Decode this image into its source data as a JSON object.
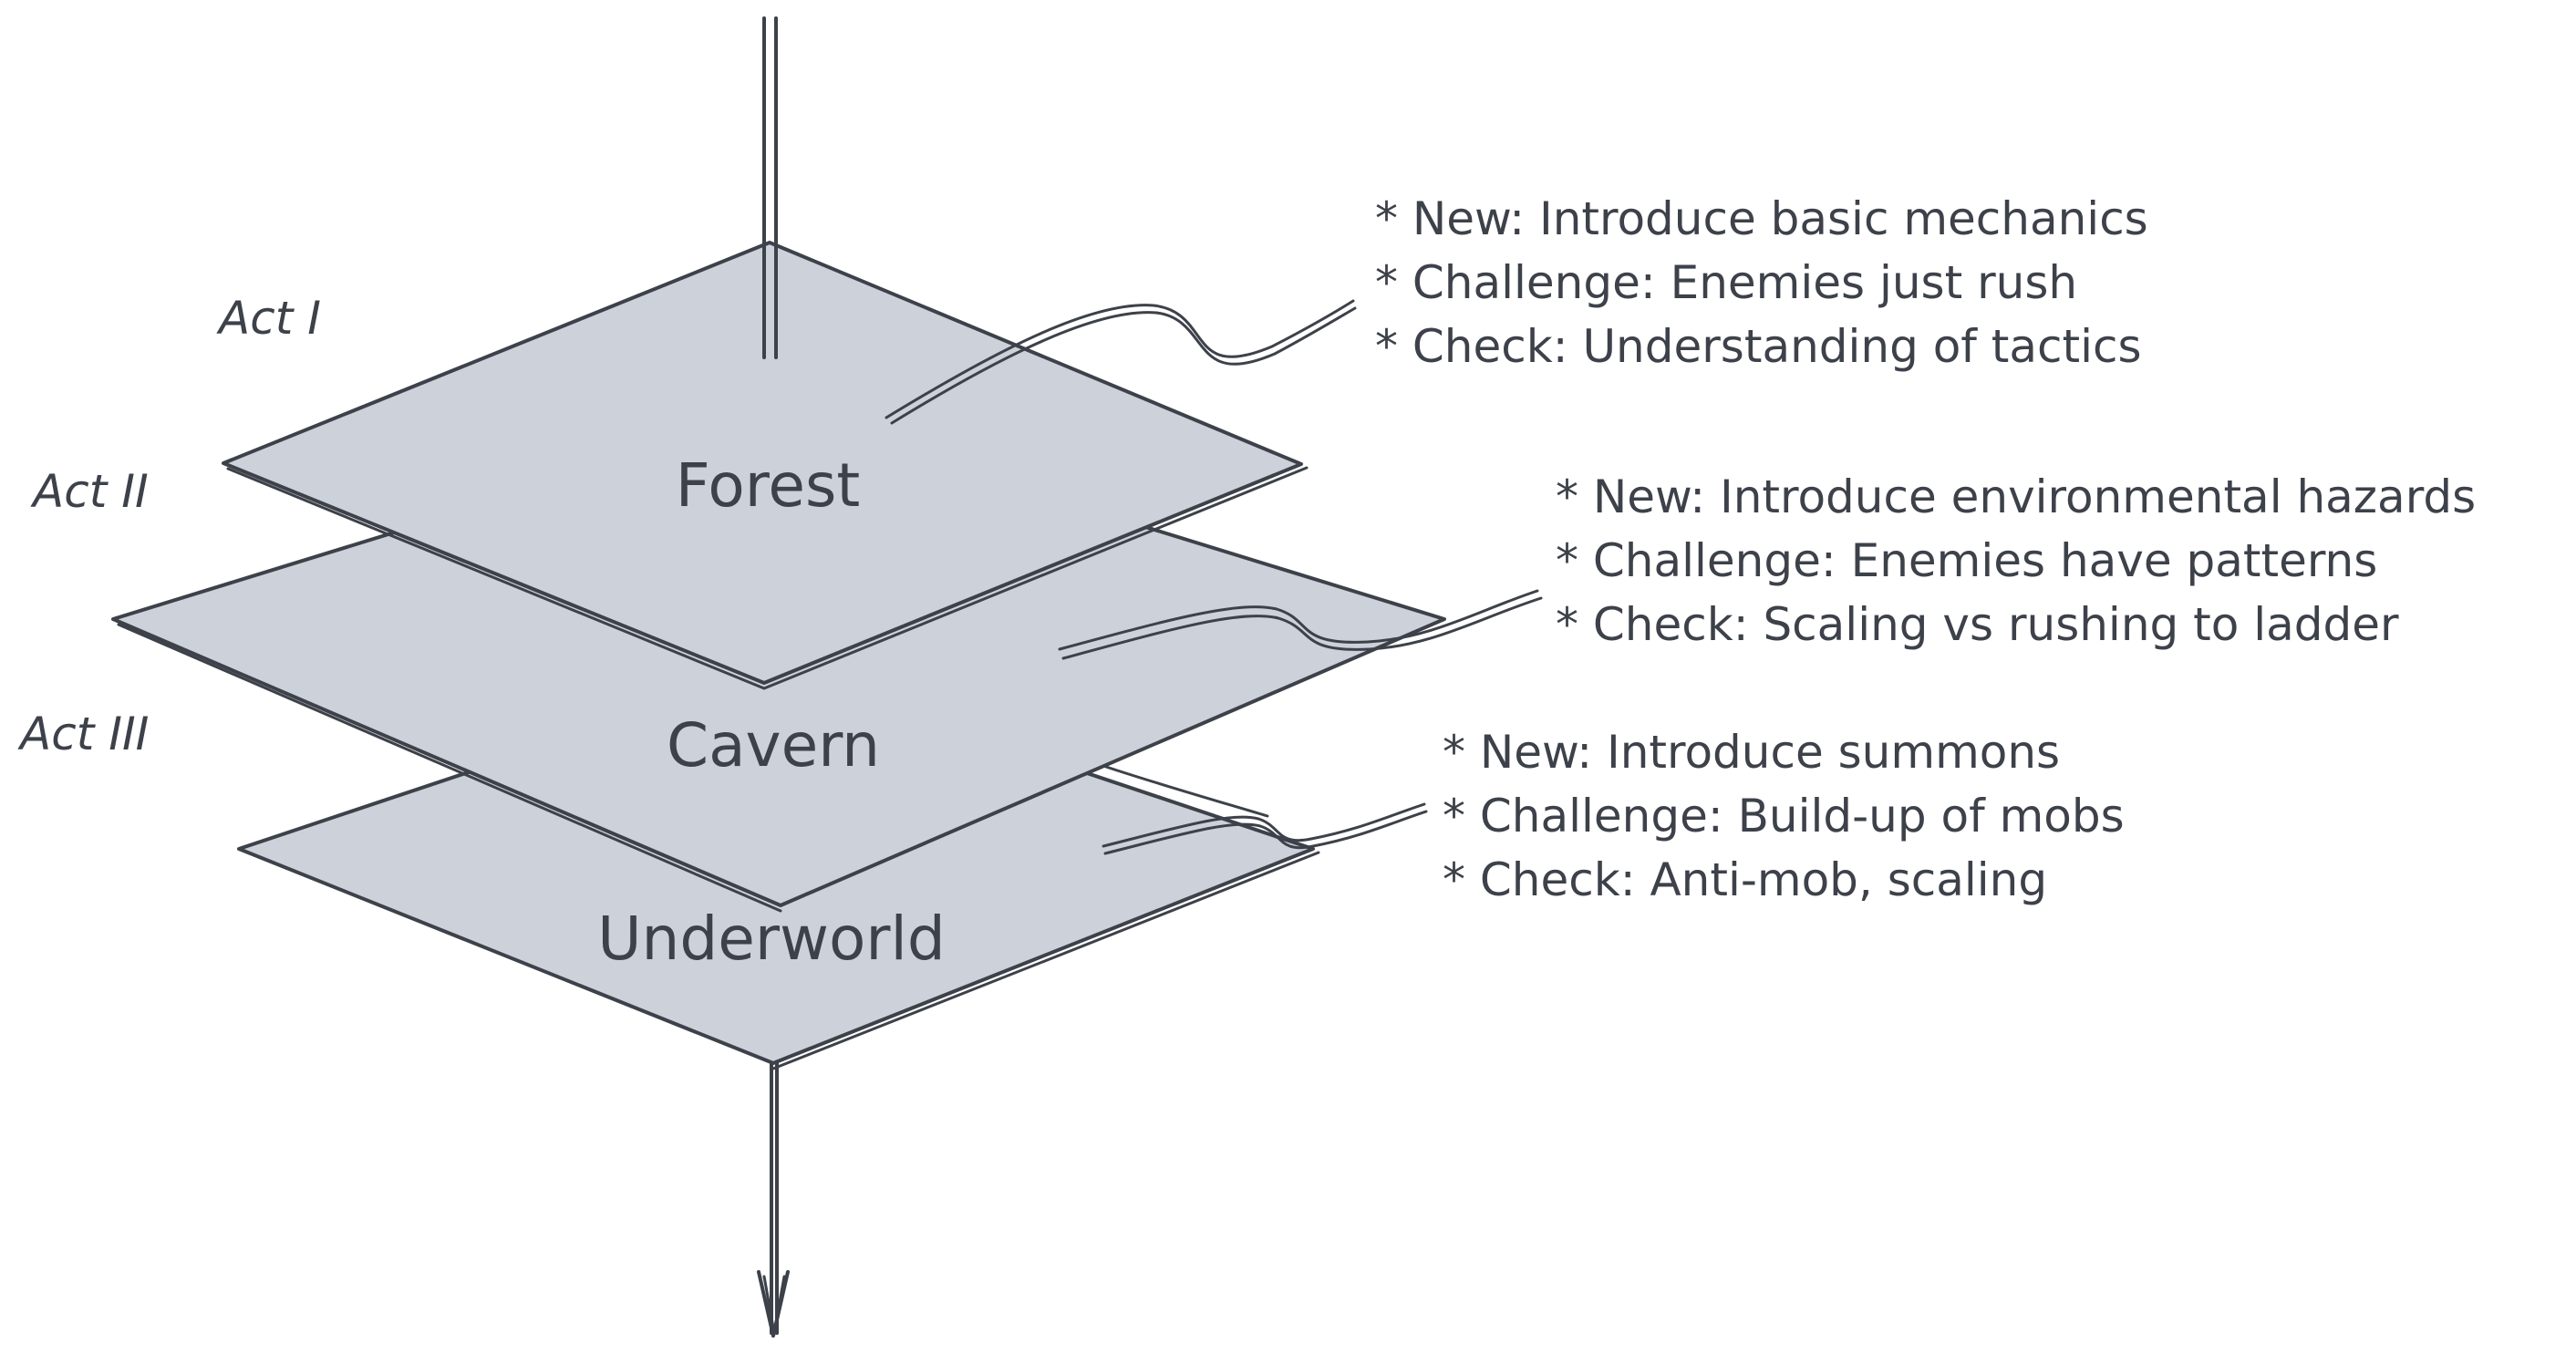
{
  "acts": [
    {
      "act_label": "Act I",
      "stage": "Forest",
      "notes": [
        "* New: Introduce basic mechanics",
        "* Challenge: Enemies just rush",
        "* Check: Understanding of tactics"
      ]
    },
    {
      "act_label": "Act II",
      "stage": "Cavern",
      "notes": [
        "* New: Introduce environmental hazards",
        "* Challenge: Enemies have patterns",
        "* Check: Scaling vs rushing to ladder"
      ]
    },
    {
      "act_label": "Act III",
      "stage": "Underworld",
      "notes": [
        "* New: Introduce summons",
        "* Challenge: Build-up of mobs",
        "* Check: Anti-mob, scaling"
      ]
    }
  ],
  "colors": {
    "ink": "#3d4149",
    "plate_fill": "#cdd1d9",
    "background": "#ffffff"
  }
}
